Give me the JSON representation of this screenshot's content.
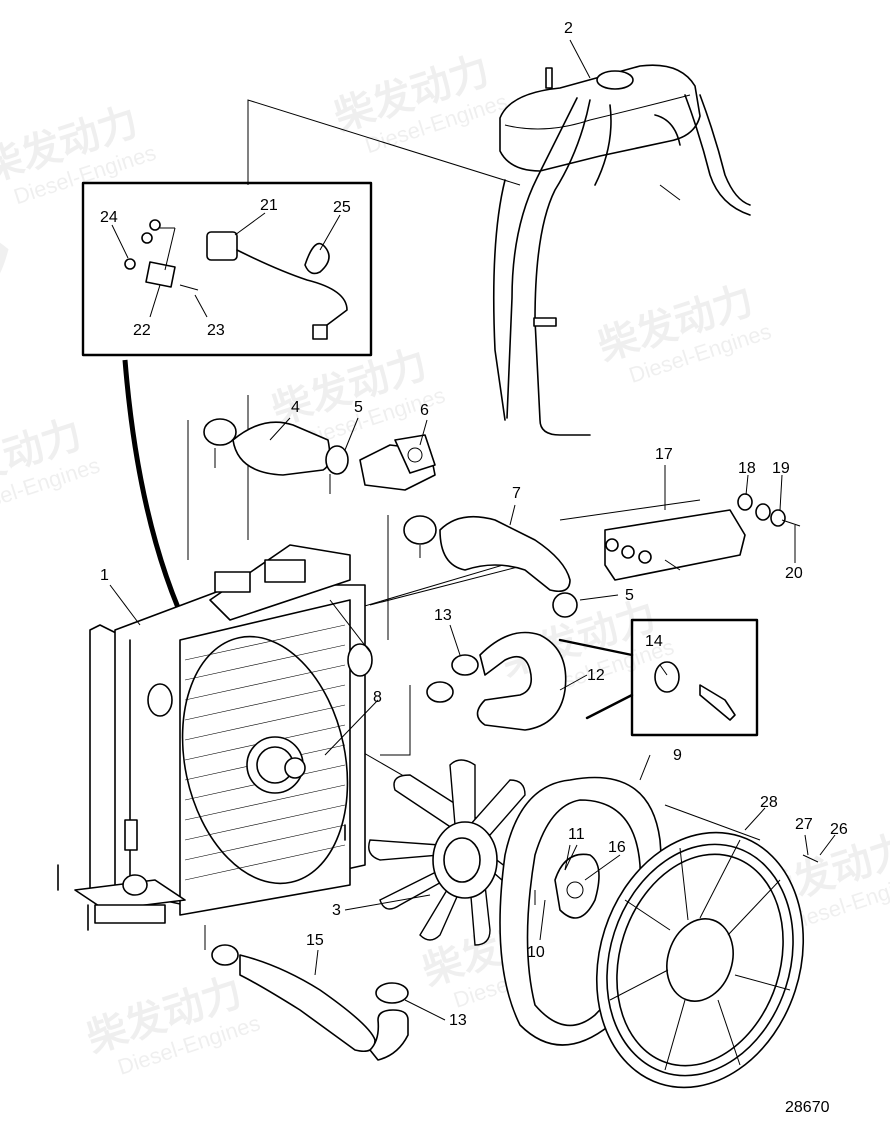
{
  "drawing_number": "28670",
  "watermark": {
    "brand_cn": "柴发动力",
    "brand_en": "Diesel-Engines"
  },
  "callouts": {
    "c1": "1",
    "c2": "2",
    "c3": "3",
    "c4": "4",
    "c5a": "5",
    "c5b": "5",
    "c6": "6",
    "c7": "7",
    "c8": "8",
    "c9": "9",
    "c10": "10",
    "c11": "11",
    "c12": "12",
    "c13a": "13",
    "c13b": "13",
    "c14": "14",
    "c15": "15",
    "c16": "16",
    "c17": "17",
    "c18": "18",
    "c19": "19",
    "c20": "20",
    "c21": "21",
    "c22": "22",
    "c23": "23",
    "c24": "24",
    "c25": "25",
    "c26": "26",
    "c27": "27",
    "c28": "28"
  }
}
